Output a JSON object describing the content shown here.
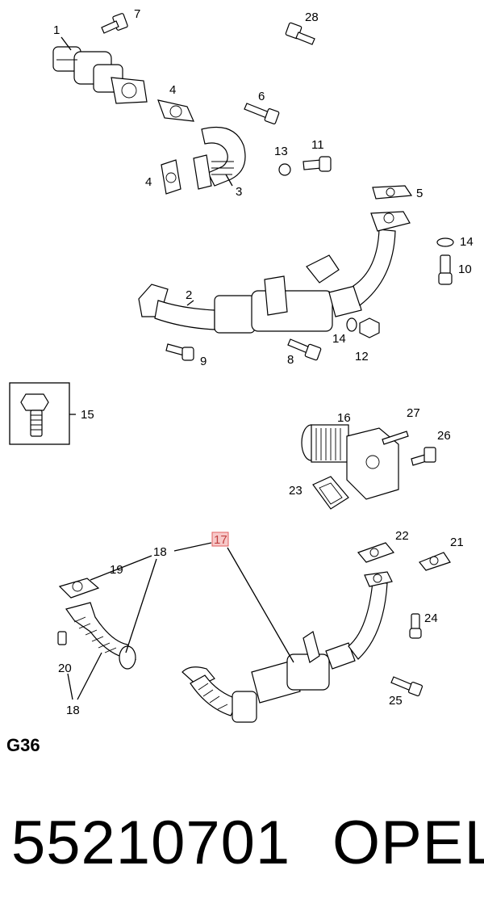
{
  "diagram": {
    "callouts": [
      "1",
      "2",
      "3",
      "4",
      "4",
      "5",
      "6",
      "7",
      "8",
      "9",
      "10",
      "11",
      "12",
      "13",
      "14",
      "14",
      "15",
      "16",
      "17",
      "18",
      "18",
      "19",
      "20",
      "21",
      "22",
      "23",
      "24",
      "25",
      "26",
      "27",
      "28"
    ],
    "highlighted_callout": "17",
    "highlight_color": "#e06060"
  },
  "footer": {
    "group_code": "G36",
    "part_number": "55210701",
    "brand": "OPEL"
  }
}
